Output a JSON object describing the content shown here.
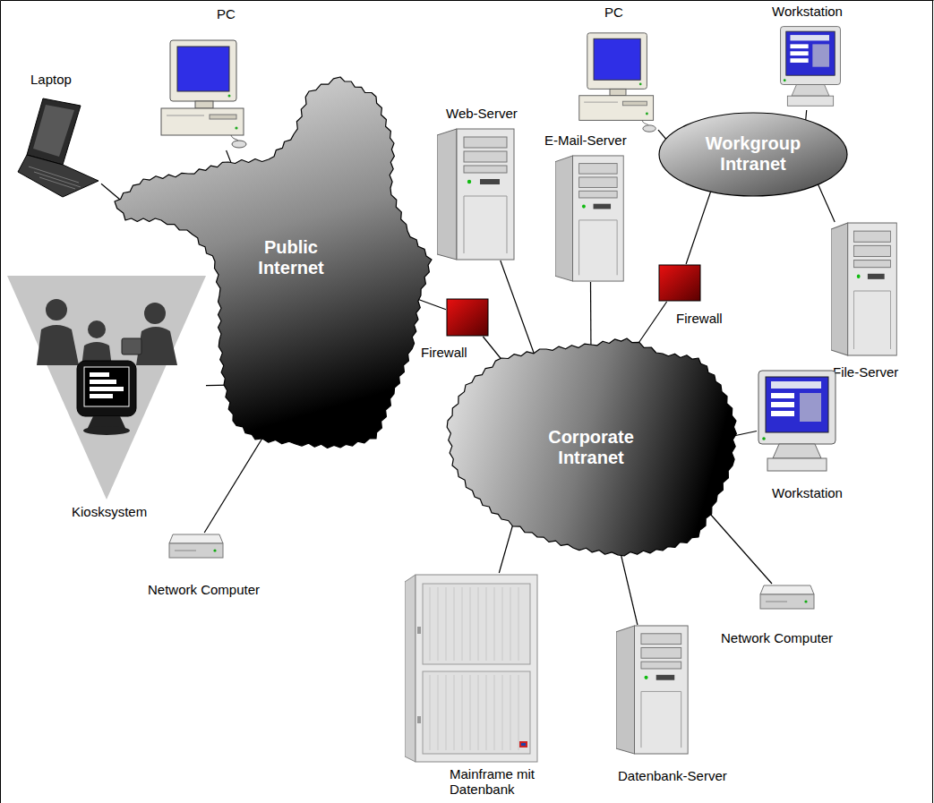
{
  "diagram": {
    "nodes": [
      {
        "text": [
          "PC"
        ]
      },
      {
        "text": [
          "Laptop"
        ]
      },
      {
        "text": [
          "Web-Server"
        ]
      },
      {
        "text": [
          "E-Mail-Server"
        ]
      },
      {
        "text": [
          "PC"
        ]
      },
      {
        "text": [
          "Workstation"
        ]
      },
      {
        "text": [
          "Workgroup Intranet"
        ]
      },
      {
        "text": [
          "Public Internet"
        ]
      },
      {
        "text": [
          "Firewall"
        ]
      },
      {
        "text": [
          "Firewall"
        ]
      },
      {
        "text": [
          "File-Server"
        ]
      },
      {
        "text": [
          "Kiosksystem"
        ]
      },
      {
        "text": [
          "Corporate Intranet"
        ]
      },
      {
        "text": [
          "Workstation"
        ]
      },
      {
        "text": [
          "Network Computer"
        ]
      },
      {
        "text": [
          "Network Computer"
        ]
      },
      {
        "text": [
          "Mainframe mit Datenbank"
        ]
      },
      {
        "text": [
          "Datenbank-Server"
        ]
      }
    ],
    "edges": [
      {
        "from": 0,
        "to": 7,
        "arrow": "none"
      },
      {
        "from": 1,
        "to": 7,
        "arrow": "none"
      },
      {
        "from": 11,
        "to": 7,
        "arrow": "none"
      },
      {
        "from": 14,
        "to": 7,
        "arrow": "none"
      },
      {
        "from": 7,
        "to": 8,
        "arrow": "none"
      },
      {
        "from": 8,
        "to": 12,
        "arrow": "none"
      },
      {
        "from": 2,
        "to": 12,
        "arrow": "none"
      },
      {
        "from": 3,
        "to": 12,
        "arrow": "none"
      },
      {
        "from": 12,
        "to": 9,
        "arrow": "none"
      },
      {
        "from": 9,
        "to": 6,
        "arrow": "none"
      },
      {
        "from": 4,
        "to": 6,
        "arrow": "none"
      },
      {
        "from": 5,
        "to": 6,
        "arrow": "none"
      },
      {
        "from": 10,
        "to": 6,
        "arrow": "none"
      },
      {
        "from": 13,
        "to": 12,
        "arrow": "none"
      },
      {
        "from": 15,
        "to": 12,
        "arrow": "none"
      },
      {
        "from": 16,
        "to": 12,
        "arrow": "none"
      },
      {
        "from": 17,
        "to": 12,
        "arrow": "none"
      }
    ]
  }
}
